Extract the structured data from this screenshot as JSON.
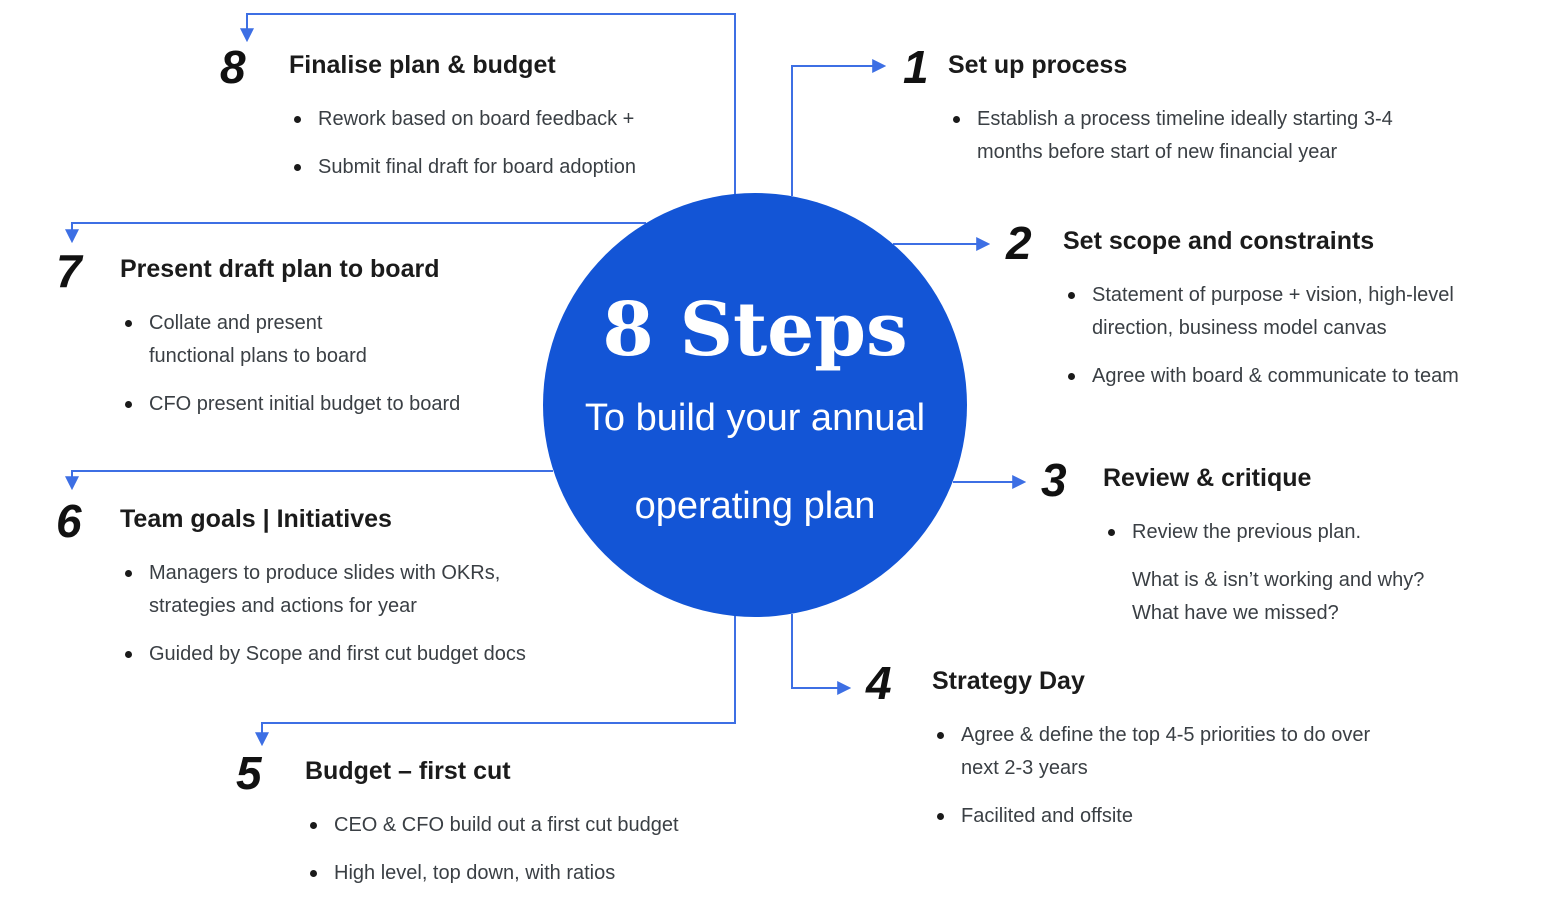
{
  "center": {
    "title": "8 Steps",
    "subtitle_line1": "To build your annual",
    "subtitle_line2": "operating plan"
  },
  "steps": [
    {
      "number": "1",
      "title": "Set up process",
      "bullets": [
        "Establish a process timeline ideally starting 3-4\nmonths before start of new financial year"
      ]
    },
    {
      "number": "2",
      "title": "Set scope and constraints",
      "bullets": [
        "Statement of purpose + vision, high-level\ndirection, business model canvas",
        "Agree with board & communicate to team"
      ]
    },
    {
      "number": "3",
      "title": "Review & critique",
      "bullets": [
        "Review the previous plan."
      ],
      "note": "What is & isn’t working and why?\nWhat have we missed?"
    },
    {
      "number": "4",
      "title": "Strategy Day",
      "bullets": [
        "Agree & define the top 4-5 priorities to do over\nnext 2-3 years",
        "Facilited and offsite"
      ]
    },
    {
      "number": "5",
      "title": "Budget – first cut",
      "bullets": [
        "CEO & CFO build out a first cut budget",
        "High level, top down, with ratios"
      ]
    },
    {
      "number": "6",
      "title": "Team goals | Initiatives",
      "bullets": [
        "Managers to produce slides with OKRs,\nstrategies and actions for year",
        "Guided by Scope and first cut budget docs"
      ]
    },
    {
      "number": "7",
      "title": "Present draft plan to board",
      "bullets": [
        "Collate and present\nfunctional plans to board",
        "CFO present initial budget to board"
      ]
    },
    {
      "number": "8",
      "title": "Finalise plan & budget",
      "bullets": [
        "Rework based on board feedback +",
        "Submit final draft for board adoption"
      ]
    }
  ],
  "colors": {
    "circle_fill": "#1355d6",
    "connector_line": "#3d6fe4",
    "text_heading": "#1b1b1b",
    "text_body": "#3a3f44"
  }
}
